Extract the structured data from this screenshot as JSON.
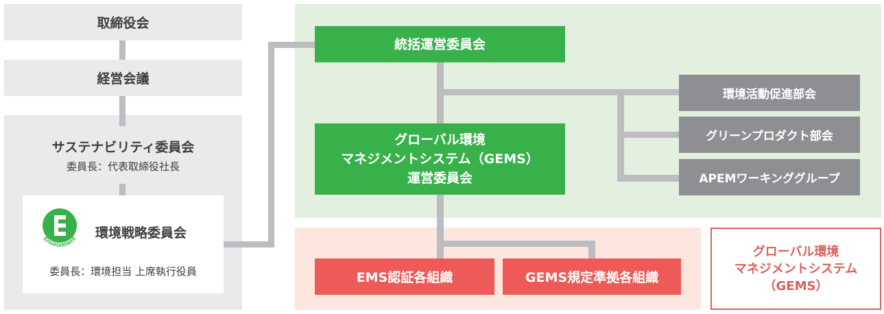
{
  "left_column": {
    "board": {
      "label": "取締役会"
    },
    "management_meeting": {
      "label": "経営会議"
    },
    "sustainability_committee": {
      "label": "サステナビリティ委員会",
      "chair": "委員長：代表取締役社長"
    },
    "env_strategy_committee": {
      "label": "環境戦略委員会",
      "chair": "委員長：環境担当 上席執行役員",
      "logo": {
        "letter": "E",
        "text": "Environment",
        "icon": "environment-logo-icon",
        "color": "#38b14a"
      }
    }
  },
  "green_zone": {
    "oversight_committee": {
      "label": "統括運営委員会"
    },
    "gems_committee": {
      "lines": [
        "グローバル環境",
        "マネジメントシステム（GEMS）",
        "運営委員会"
      ]
    },
    "subcommittees": [
      {
        "label": "環境活動促進部会"
      },
      {
        "label": "グリーンプロダクト部会"
      },
      {
        "label": "APEMワーキンググループ"
      }
    ]
  },
  "pink_zone": {
    "organizations": [
      {
        "label": "EMS認証各組織"
      },
      {
        "label": "GEMS規定準拠各組織"
      }
    ]
  },
  "legend": {
    "lines": [
      "グローバル環境",
      "マネジメントシステム",
      "（GEMS）"
    ]
  },
  "colors": {
    "green": "#38b14a",
    "green_zone": "#e3f0df",
    "pink_zone": "#fce6dd",
    "red": "#ed5a57",
    "gray_box": "#8e8f92",
    "gray_panel": "#e9eaec",
    "connector": "#bcbdc0"
  }
}
